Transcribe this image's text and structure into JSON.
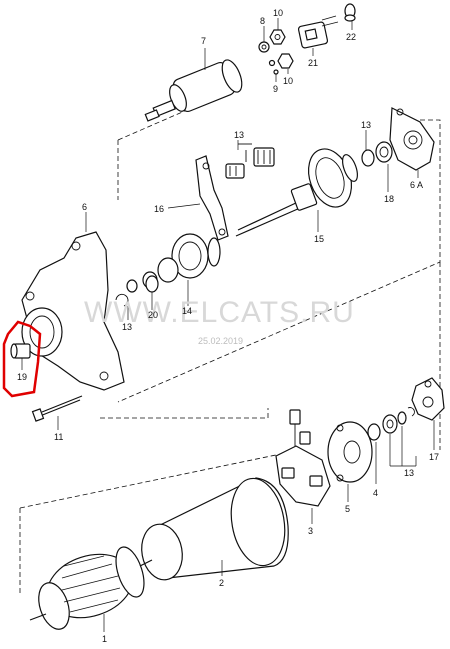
{
  "watermark": {
    "text": "WWW.ELCATS.RU",
    "date": "25.02.2019"
  },
  "highlight_color": "#e00000",
  "callouts": {
    "p1": "1",
    "p2": "2",
    "p3": "3",
    "p4": "4",
    "p5": "5",
    "p6": "6",
    "p6a": "6 A",
    "p7": "7",
    "p8": "8",
    "p9": "9",
    "p10a": "10",
    "p10b": "10",
    "p11": "11",
    "p13a": "13",
    "p13b": "13",
    "p13c": "13",
    "p13d": "13",
    "p14": "14",
    "p15": "15",
    "p16": "16",
    "p17": "17",
    "p18": "18",
    "p19": "19",
    "p20": "20",
    "p21": "21",
    "p22": "22"
  }
}
